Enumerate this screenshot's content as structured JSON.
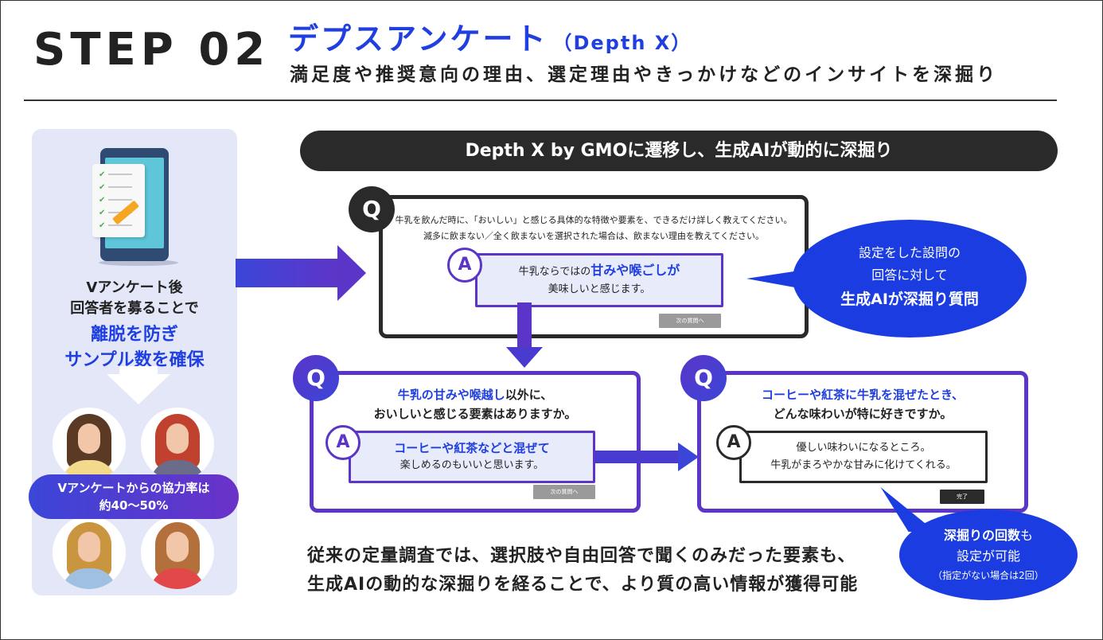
{
  "header": {
    "step": "STEP 02",
    "title": "デプスアンケート",
    "title_sub": "（Depth X）",
    "subtitle": "満足度や推奨意向の理由、選定理由やきっかけなどのインサイトを深掘り"
  },
  "banner": {
    "text": "Depth X by GMOに遷移し、生成AIが動的に深掘り"
  },
  "left_panel": {
    "line1": "Vアンケート後",
    "line2": "回答者を募ることで",
    "highlight1": "離脱を防ぎ",
    "highlight2": "サンプル数を確保",
    "coop_line1": "Vアンケートからの協力率は",
    "coop_line2": "約40〜50%"
  },
  "card1": {
    "q_label": "Q",
    "question_line1": "牛乳を飲んだ時に、「おいしい」と感じる具体的な特徴や要素を、できるだけ詳しく教えてください。",
    "question_line2": "滅多に飲まない／全く飲まないを選択された場合は、飲まない理由を教えてください。",
    "a_label": "A",
    "answer_pre": "牛乳ならではの",
    "answer_highlight": "甘みや喉ごしが",
    "answer_line2": "美味しいと感じます。",
    "button": "次の質問へ"
  },
  "card2": {
    "q_label": "Q",
    "question_highlight": "牛乳の甘みや喉越し",
    "question_rest": "以外に、",
    "question_line2": "おいしいと感じる要素はありますか。",
    "a_label": "A",
    "answer_highlight": "コーヒーや紅茶などと混ぜて",
    "answer_line2": "楽しめるのもいいと思います。",
    "button": "次の質問へ"
  },
  "card3": {
    "q_label": "Q",
    "question_highlight": "コーヒーや紅茶に牛乳を混ぜたとき、",
    "question_line2": "どんな味わいが特に好きですか。",
    "a_label": "A",
    "answer_line1": "優しい味わいになるところ。",
    "answer_line2": "牛乳がまろやかな甘みに化けてくれる。",
    "button": "完了"
  },
  "bubble1": {
    "line1": "設定をした設問の",
    "line2": "回答に対して",
    "line3": "生成AIが深掘り質問"
  },
  "bubble2": {
    "line1_highlight": "深掘りの回数",
    "line1_rest": "も",
    "line2": "設定が可能",
    "line3": "（指定がない場合は2回）"
  },
  "bottom": {
    "line1": "従来の定量調査では、選択肢や自由回答で聞くのみだった要素も、",
    "line2": "生成AIの動的な深掘りを経ることで、より質の高い情報が獲得可能"
  },
  "colors": {
    "accent_blue": "#1f3fe0",
    "purple": "#5a35c8",
    "dark": "#2a2a2a",
    "panel_bg": "#e3e7f8"
  }
}
